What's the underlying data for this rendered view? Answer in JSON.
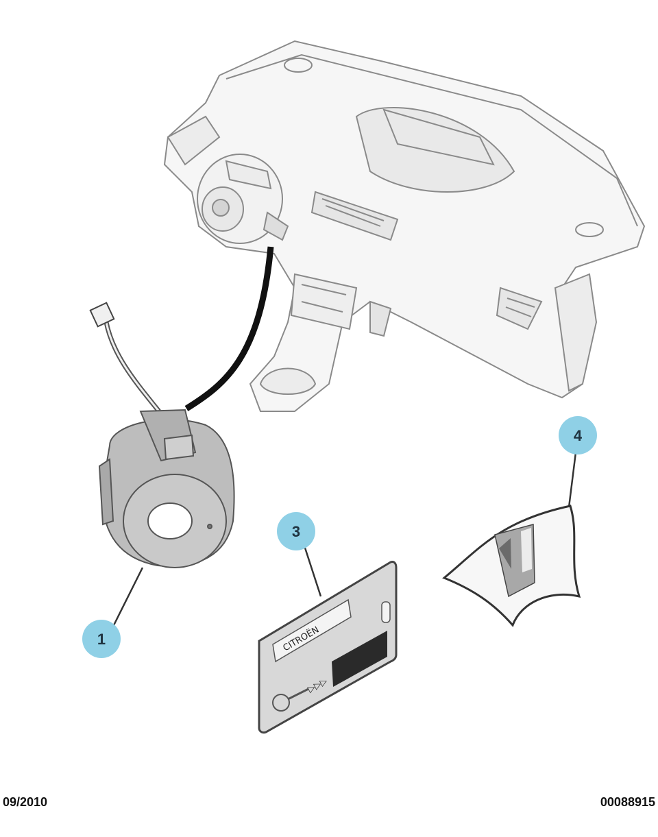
{
  "footer": {
    "date": "09/2010",
    "reference": "00088915"
  },
  "callouts": [
    "1",
    "3",
    "4"
  ],
  "card": {
    "brand_text": "CITROËN",
    "key_text": "▷▷▷"
  },
  "colors": {
    "callout_fill": "#8fd0e6",
    "line": "#333333",
    "part_fill": "#c4c4c4",
    "cable": "#111111"
  }
}
